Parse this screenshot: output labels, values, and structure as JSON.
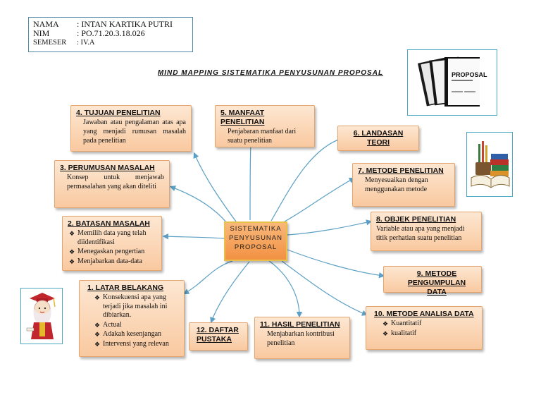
{
  "header": {
    "rows": [
      {
        "key": "NAMA",
        "value": ": INTAN KARTIKA PUTRI"
      },
      {
        "key": "NIM",
        "value": ": PO.71.20.3.18.026"
      },
      {
        "key": "SEMESER",
        "value": ": IV.A"
      }
    ]
  },
  "title": "MIND MAPPING SISTEMATIKA PENYUSUNAN PROPOSAL",
  "center": {
    "line1": "SISTEMATIKA",
    "line2": "PENYUSUNAN",
    "line3": "PROPOSAL"
  },
  "nodes": {
    "n1": {
      "title": "1.  LATAR BELAKANG",
      "items": [
        "Konsekuensi apa yang terjadi jika masalah ini dibiarkan.",
        "Actual",
        "Adakah kesenjangan",
        "Intervensi yang relevan"
      ]
    },
    "n2": {
      "title": "2. BATASAN MASALAH",
      "items": [
        "Memilih data yang telah diidentifikasi",
        "Menegaskan pengertian",
        "Menjabarkan data-data"
      ]
    },
    "n3": {
      "title": "3. PERUMUSAN MASALAH",
      "text": "Konsep untuk menjawab permasalahan yang akan diteliti"
    },
    "n4": {
      "title": "4. TUJUAN PENELITIAN",
      "text": "Jawaban atau pengalaman atas apa yang menjadi rumusan masalah pada penelitian"
    },
    "n5": {
      "title": "5. MANFAAT PENELITIAN",
      "text": "Penjabaran manfaat dari suatu penelitian"
    },
    "n6": {
      "title": "6. LANDASAN TEORI"
    },
    "n7": {
      "title": "7. METODE PENELITIAN",
      "text": "Menyesuaikan dengan menggunakan metode"
    },
    "n8": {
      "title": "8. OBJEK PENELITIAN",
      "text": "Variable atau apa yang menjadi titik perhatian suatu penelitian"
    },
    "n9": {
      "title": "9. METODE PENGUMPULAN DATA"
    },
    "n10": {
      "title": "10. METODE ANALISA DATA",
      "items": [
        "Kuantitatif",
        "kualitatif"
      ]
    },
    "n11": {
      "title": "11. HASIL PENELITIAN",
      "text": "Menjabarkan kontribusi penelitian"
    },
    "n12": {
      "title": "12. DAFTAR PUSTAKA"
    }
  },
  "images": {
    "proposal_cover_word": "PROPOSAL",
    "icons": [
      "proposal-books-icon",
      "books-pencils-icon",
      "graduate-girl-icon"
    ]
  },
  "colors": {
    "box_fill": "#f9c9a0",
    "box_border": "#e3a46e",
    "center_fill": "#f29143",
    "frame_border": "#4aa8c2",
    "arrow": "#5b9fc4"
  }
}
